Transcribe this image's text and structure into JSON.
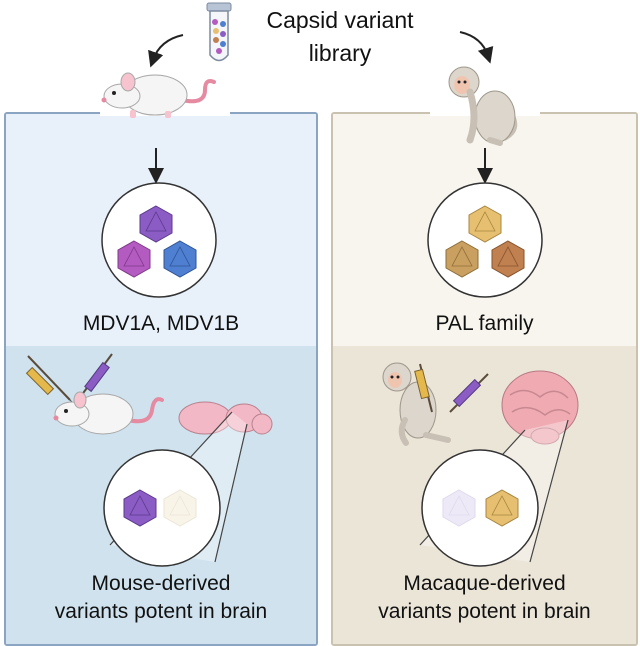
{
  "title": {
    "line1": "Capsid variant",
    "line2": "library"
  },
  "left": {
    "label_top": "MDV1A, MDV1B",
    "label_bottom_line1": "Mouse-derived",
    "label_bottom_line2": "variants potent in brain"
  },
  "right": {
    "label_top": "PAL family",
    "label_bottom_line1": "Macaque-derived",
    "label_bottom_line2": "variants potent in brain"
  },
  "colors": {
    "left_top_bg": "#e8f1fa",
    "left_bottom_bg": "#cfe2ee",
    "right_top_bg": "#f8f5ee",
    "right_bottom_bg": "#ebe5d8",
    "capsid_purple": "#8a5cc4",
    "capsid_magenta": "#b35bc0",
    "capsid_blue": "#4f7fd1",
    "capsid_gold": "#e6c070",
    "capsid_tan": "#c9a060",
    "capsid_brown": "#c08050"
  }
}
